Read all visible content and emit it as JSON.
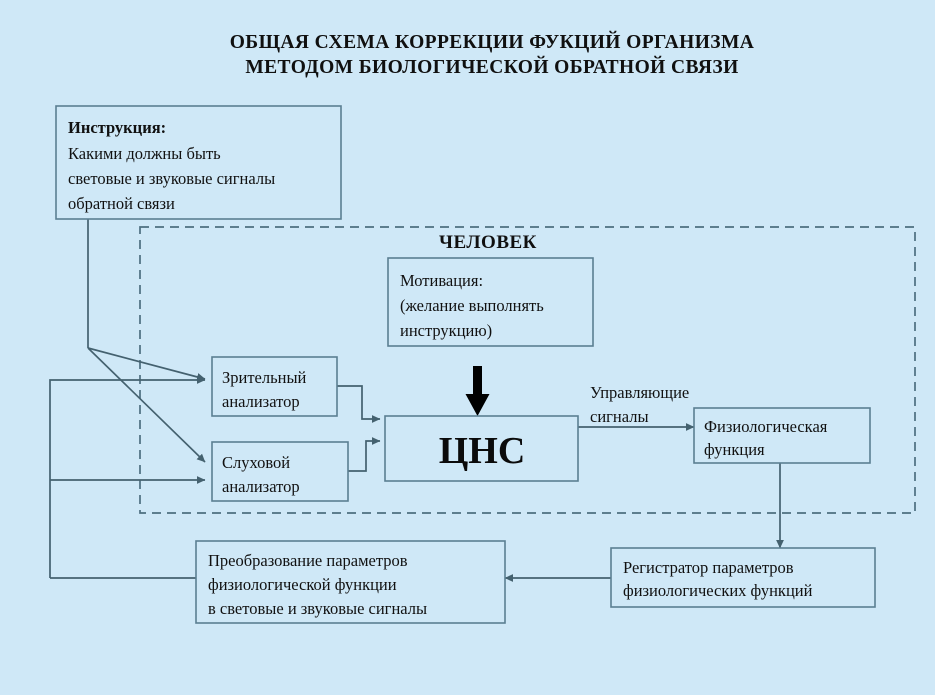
{
  "title": {
    "line1": "ОБЩАЯ СХЕМА КОРРЕКЦИИ ФУКЦИЙ ОРГАНИЗМА",
    "line2": "МЕТОДОМ БИОЛОГИЧЕСКОЙ ОБРАТНОЙ СВЯЗИ"
  },
  "colors": {
    "background": "#cfe8f7",
    "box_border": "#5b7f92",
    "connector": "#44616f",
    "dashed_border": "#4d6f80",
    "text": "#111111",
    "arrow_black": "#000000"
  },
  "instruction_box": {
    "heading": "Инструкция:",
    "line1": "Какими должны быть",
    "line2": "световые и звуковые сигналы",
    "line3": "обратной связи"
  },
  "human_region": {
    "label": "ЧЕЛОВЕК"
  },
  "motivation_box": {
    "line1": "Мотивация:",
    "line2": "(желание выполнять",
    "line3": "инструкцию)"
  },
  "visual_analyzer": {
    "line1": "Зрительный",
    "line2": "анализатор"
  },
  "auditory_analyzer": {
    "line1": "Слуховой",
    "line2": "анализатор"
  },
  "cns_box": {
    "label": "ЦНС"
  },
  "control_signals_label": {
    "line1": "Управляющие",
    "line2": "сигналы"
  },
  "physiological_function": {
    "line1": "Физиологическая",
    "line2": "функция"
  },
  "registrar_box": {
    "line1": "Регистратор параметров",
    "line2": "физиологических функций"
  },
  "transform_box": {
    "line1": "Преобразование параметров",
    "line2": "физиологической функции",
    "line3": "в световые и звуковые сигналы"
  }
}
